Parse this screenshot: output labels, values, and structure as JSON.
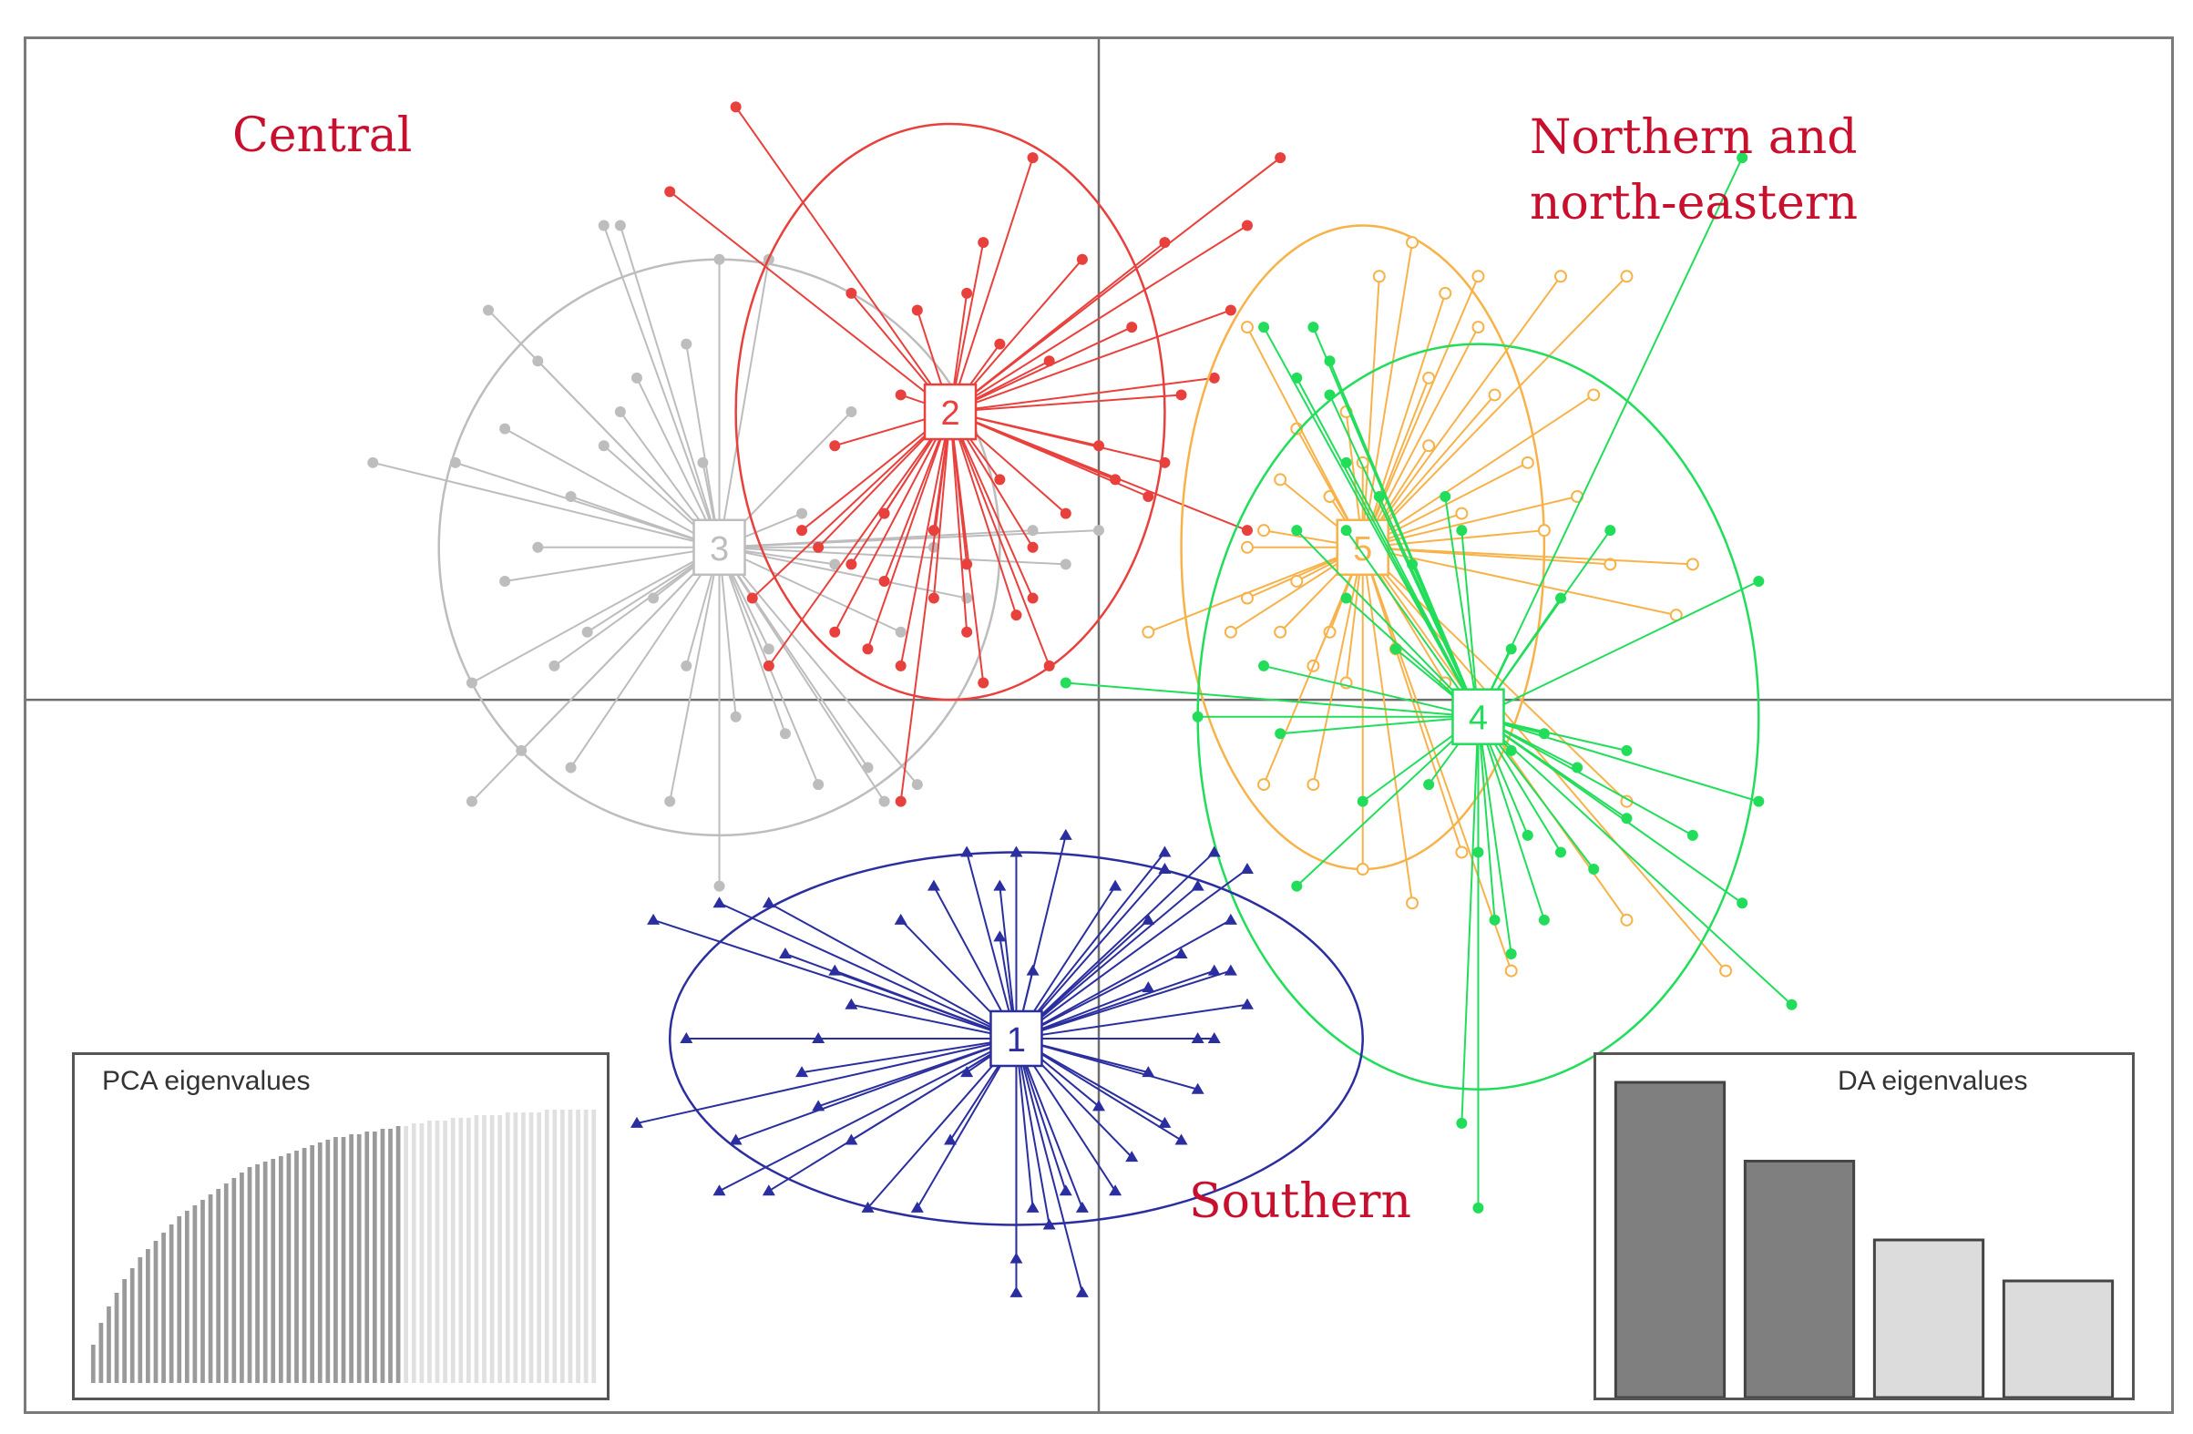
{
  "chart_data": {
    "type": "scatter",
    "title": "",
    "xlabel": "",
    "ylabel": "",
    "xlim": [
      -6.5,
      6.5
    ],
    "ylim": [
      -4.2,
      3.9
    ],
    "grid": false,
    "axes_cross": [
      0,
      0
    ],
    "colors": {
      "1": "#2a2e9e",
      "2": "#e8403c",
      "3": "#bdbdbd",
      "4": "#22dd5a",
      "5": "#f7b24a"
    },
    "annotations": [
      {
        "text": "Central",
        "position": "top-left"
      },
      {
        "text": "Northern and\nnorth-eastern",
        "position": "top-right"
      },
      {
        "text": "Southern",
        "position": "bottom-center"
      }
    ],
    "clusters": [
      {
        "id": "1",
        "marker": "triangle",
        "center": [
          -0.5,
          -2.0
        ],
        "ellipse_radii": [
          2.1,
          1.1
        ],
        "points": [
          [
            -2.7,
            -1.3
          ],
          [
            -2.3,
            -1.2
          ],
          [
            -2.0,
            -1.2
          ],
          [
            -1.9,
            -1.5
          ],
          [
            -1.6,
            -1.6
          ],
          [
            -1.5,
            -1.8
          ],
          [
            -1.7,
            -2.0
          ],
          [
            -1.8,
            -2.2
          ],
          [
            -2.5,
            -2.0
          ],
          [
            -2.8,
            -2.5
          ],
          [
            -2.2,
            -2.6
          ],
          [
            -1.7,
            -2.4
          ],
          [
            -1.5,
            -2.6
          ],
          [
            -2.0,
            -2.9
          ],
          [
            -2.3,
            -2.9
          ],
          [
            -1.4,
            -3.0
          ],
          [
            -1.1,
            -3.0
          ],
          [
            -0.9,
            -2.6
          ],
          [
            -0.8,
            -2.2
          ],
          [
            -1.2,
            -1.3
          ],
          [
            -1.0,
            -1.1
          ],
          [
            -0.8,
            -0.9
          ],
          [
            -0.6,
            -1.1
          ],
          [
            -0.5,
            -0.9
          ],
          [
            -0.6,
            -1.4
          ],
          [
            -0.4,
            -1.6
          ],
          [
            -0.2,
            -0.8
          ],
          [
            0.1,
            -1.1
          ],
          [
            0.3,
            -1.3
          ],
          [
            0.4,
            -1.0
          ],
          [
            0.6,
            -1.1
          ],
          [
            0.7,
            -0.9
          ],
          [
            0.9,
            -1.0
          ],
          [
            0.8,
            -1.3
          ],
          [
            0.5,
            -1.5
          ],
          [
            0.3,
            -1.7
          ],
          [
            0.7,
            -1.6
          ],
          [
            0.9,
            -1.8
          ],
          [
            0.6,
            -2.0
          ],
          [
            0.3,
            -2.2
          ],
          [
            0.6,
            -2.3
          ],
          [
            0.4,
            -2.5
          ],
          [
            0.2,
            -2.7
          ],
          [
            -0.2,
            -2.9
          ],
          [
            -0.4,
            -3.0
          ],
          [
            -0.5,
            -3.3
          ],
          [
            -0.3,
            -3.1
          ],
          [
            -0.1,
            -3.5
          ],
          [
            -0.5,
            -3.5
          ],
          [
            0.0,
            -2.4
          ],
          [
            0.5,
            -2.6
          ],
          [
            0.7,
            -2.0
          ],
          [
            0.8,
            -1.6
          ],
          [
            0.4,
            -0.9
          ],
          [
            -0.1,
            -3.0
          ],
          [
            0.1,
            -2.9
          ]
        ]
      },
      {
        "id": "2",
        "marker": "dot",
        "center": [
          -0.9,
          1.7
        ],
        "ellipse_radii": [
          1.3,
          1.7
        ],
        "points": [
          [
            -2.2,
            3.5
          ],
          [
            -2.6,
            3.0
          ],
          [
            -1.5,
            2.4
          ],
          [
            -1.1,
            2.3
          ],
          [
            -0.8,
            2.4
          ],
          [
            -0.4,
            3.2
          ],
          [
            -1.2,
            1.8
          ],
          [
            -1.6,
            1.5
          ],
          [
            -1.3,
            1.1
          ],
          [
            -1.8,
            1.0
          ],
          [
            -2.1,
            0.6
          ],
          [
            -2.0,
            0.2
          ],
          [
            -1.6,
            0.4
          ],
          [
            -1.4,
            0.3
          ],
          [
            -1.2,
            0.2
          ],
          [
            -1.3,
            0.7
          ],
          [
            -1.0,
            0.6
          ],
          [
            -0.8,
            0.4
          ],
          [
            -0.7,
            0.1
          ],
          [
            -0.5,
            0.5
          ],
          [
            -0.4,
            0.9
          ],
          [
            -0.2,
            1.1
          ],
          [
            0.1,
            1.3
          ],
          [
            0.4,
            1.4
          ],
          [
            0.5,
            1.8
          ],
          [
            0.7,
            1.9
          ],
          [
            0.8,
            2.3
          ],
          [
            0.4,
            2.7
          ],
          [
            0.9,
            2.8
          ],
          [
            1.1,
            3.2
          ],
          [
            0.2,
            2.2
          ],
          [
            -0.1,
            2.6
          ],
          [
            0.0,
            1.5
          ],
          [
            0.3,
            1.2
          ],
          [
            -0.6,
            2.1
          ],
          [
            -0.3,
            2.0
          ],
          [
            -1.0,
            1.0
          ],
          [
            -0.6,
            1.3
          ],
          [
            -0.8,
            0.8
          ],
          [
            -0.4,
            0.6
          ],
          [
            -1.2,
            -0.6
          ],
          [
            -0.7,
            2.7
          ],
          [
            0.9,
            1.0
          ],
          [
            -0.3,
            0.2
          ],
          [
            -1.7,
            0.9
          ],
          [
            -1.5,
            0.8
          ]
        ]
      },
      {
        "id": "3",
        "marker": "dot",
        "center": [
          -2.3,
          0.9
        ],
        "ellipse_radii": [
          1.7,
          1.7
        ],
        "points": [
          [
            -3.0,
            2.8
          ],
          [
            -2.9,
            2.8
          ],
          [
            -2.3,
            2.6
          ],
          [
            -2.0,
            2.6
          ],
          [
            -3.7,
            2.3
          ],
          [
            -3.4,
            2.0
          ],
          [
            -3.9,
            1.4
          ],
          [
            -4.4,
            1.4
          ],
          [
            -3.6,
            1.6
          ],
          [
            -3.2,
            1.2
          ],
          [
            -3.0,
            1.5
          ],
          [
            -3.4,
            0.9
          ],
          [
            -3.6,
            0.7
          ],
          [
            -2.7,
            0.6
          ],
          [
            -3.1,
            0.4
          ],
          [
            -3.3,
            0.2
          ],
          [
            -3.8,
            0.1
          ],
          [
            -3.5,
            -0.3
          ],
          [
            -3.8,
            -0.6
          ],
          [
            -3.2,
            -0.4
          ],
          [
            -2.6,
            -0.6
          ],
          [
            -2.2,
            -0.1
          ],
          [
            -1.9,
            -0.2
          ],
          [
            -1.6,
            0.8
          ],
          [
            -1.8,
            1.1
          ],
          [
            -1.5,
            1.7
          ],
          [
            -1.2,
            0.4
          ],
          [
            -1.0,
            0.9
          ],
          [
            -0.8,
            0.6
          ],
          [
            -0.4,
            1.0
          ],
          [
            -0.2,
            0.8
          ],
          [
            0.0,
            1.0
          ],
          [
            -1.4,
            -0.4
          ],
          [
            -1.7,
            -0.5
          ],
          [
            -2.0,
            0.3
          ],
          [
            -2.5,
            0.2
          ],
          [
            -2.8,
            1.9
          ],
          [
            -2.5,
            2.1
          ],
          [
            -1.3,
            -0.6
          ],
          [
            -2.3,
            -1.1
          ],
          [
            -2.9,
            1.7
          ],
          [
            -2.4,
            1.4
          ],
          [
            -1.1,
            -0.5
          ]
        ]
      },
      {
        "id": "4",
        "marker": "dot",
        "center": [
          2.3,
          -0.1
        ],
        "ellipse_radii": [
          1.7,
          2.2
        ],
        "points": [
          [
            3.9,
            3.2
          ],
          [
            4.0,
            0.7
          ],
          [
            3.1,
            1.0
          ],
          [
            2.8,
            0.6
          ],
          [
            2.5,
            0.3
          ],
          [
            2.2,
            1.0
          ],
          [
            1.7,
            1.2
          ],
          [
            1.5,
            1.4
          ],
          [
            1.2,
            1.9
          ],
          [
            1.0,
            2.2
          ],
          [
            1.4,
            1.8
          ],
          [
            1.2,
            1.0
          ],
          [
            1.0,
            0.2
          ],
          [
            0.6,
            -0.1
          ],
          [
            -0.2,
            0.1
          ],
          [
            1.1,
            -0.2
          ],
          [
            1.5,
            0.6
          ],
          [
            1.8,
            0.3
          ],
          [
            2.0,
            -0.5
          ],
          [
            2.3,
            -0.9
          ],
          [
            2.4,
            -1.3
          ],
          [
            2.6,
            -0.8
          ],
          [
            2.9,
            -0.4
          ],
          [
            3.2,
            -0.7
          ],
          [
            3.6,
            -0.8
          ],
          [
            4.0,
            -0.6
          ],
          [
            3.9,
            -1.2
          ],
          [
            4.2,
            -1.8
          ],
          [
            2.8,
            -0.9
          ],
          [
            2.5,
            -1.5
          ],
          [
            2.2,
            -2.5
          ],
          [
            2.3,
            -3.0
          ],
          [
            1.2,
            -1.1
          ],
          [
            1.6,
            -0.6
          ],
          [
            2.7,
            -1.3
          ],
          [
            2.5,
            -0.3
          ],
          [
            3.2,
            -0.3
          ],
          [
            3.0,
            -1.0
          ],
          [
            1.5,
            1.0
          ],
          [
            1.4,
            2.0
          ],
          [
            1.3,
            2.2
          ],
          [
            1.9,
            0.8
          ],
          [
            2.1,
            1.2
          ],
          [
            2.7,
            -0.2
          ]
        ]
      },
      {
        "id": "5",
        "marker": "diamond",
        "center": [
          1.6,
          0.9
        ],
        "ellipse_radii": [
          1.1,
          1.9
        ],
        "points": [
          [
            1.9,
            2.7
          ],
          [
            1.7,
            2.5
          ],
          [
            2.3,
            2.5
          ],
          [
            2.8,
            2.5
          ],
          [
            3.2,
            2.5
          ],
          [
            3.0,
            1.8
          ],
          [
            2.6,
            1.4
          ],
          [
            2.2,
            1.1
          ],
          [
            2.4,
            1.8
          ],
          [
            2.0,
            1.5
          ],
          [
            1.6,
            1.4
          ],
          [
            1.4,
            1.2
          ],
          [
            1.2,
            1.6
          ],
          [
            0.9,
            2.2
          ],
          [
            1.1,
            1.3
          ],
          [
            0.9,
            0.9
          ],
          [
            0.9,
            0.6
          ],
          [
            0.8,
            0.4
          ],
          [
            1.1,
            0.4
          ],
          [
            1.3,
            0.2
          ],
          [
            1.4,
            0.4
          ],
          [
            1.2,
            0.7
          ],
          [
            1.5,
            0.1
          ],
          [
            0.3,
            0.4
          ],
          [
            1.8,
            0.3
          ],
          [
            2.1,
            0.1
          ],
          [
            3.1,
            0.8
          ],
          [
            3.6,
            0.8
          ],
          [
            3.5,
            0.5
          ],
          [
            3.2,
            -0.6
          ],
          [
            3.8,
            -1.6
          ],
          [
            3.2,
            -1.3
          ],
          [
            2.5,
            -1.6
          ],
          [
            2.2,
            -0.9
          ],
          [
            1.9,
            -1.2
          ],
          [
            1.6,
            -1.0
          ],
          [
            1.3,
            -0.5
          ],
          [
            1.0,
            -0.5
          ],
          [
            2.0,
            1.9
          ],
          [
            2.3,
            2.2
          ],
          [
            2.1,
            2.4
          ],
          [
            1.0,
            1.0
          ],
          [
            1.5,
            1.7
          ],
          [
            2.7,
            1.0
          ],
          [
            2.9,
            1.2
          ]
        ]
      }
    ],
    "insets": [
      {
        "title": "PCA eigenvalues",
        "type": "bar",
        "position": "bottom-left",
        "retained": 40,
        "values": [
          0.14,
          0.22,
          0.28,
          0.33,
          0.38,
          0.42,
          0.46,
          0.49,
          0.52,
          0.55,
          0.58,
          0.61,
          0.63,
          0.65,
          0.67,
          0.69,
          0.71,
          0.73,
          0.75,
          0.77,
          0.79,
          0.8,
          0.81,
          0.82,
          0.83,
          0.84,
          0.85,
          0.86,
          0.87,
          0.88,
          0.89,
          0.9,
          0.9,
          0.91,
          0.91,
          0.92,
          0.92,
          0.93,
          0.93,
          0.94,
          0.94,
          0.95,
          0.95,
          0.96,
          0.96,
          0.96,
          0.97,
          0.97,
          0.97,
          0.98,
          0.98,
          0.98,
          0.98,
          0.99,
          0.99,
          0.99,
          0.99,
          0.99,
          1.0,
          1.0,
          1.0,
          1.0,
          1.0,
          1.0,
          1.0
        ]
      },
      {
        "title": "DA eigenvalues",
        "type": "bar",
        "position": "bottom-right",
        "retained": 2,
        "values": [
          1.0,
          0.75,
          0.5,
          0.37
        ]
      }
    ]
  }
}
